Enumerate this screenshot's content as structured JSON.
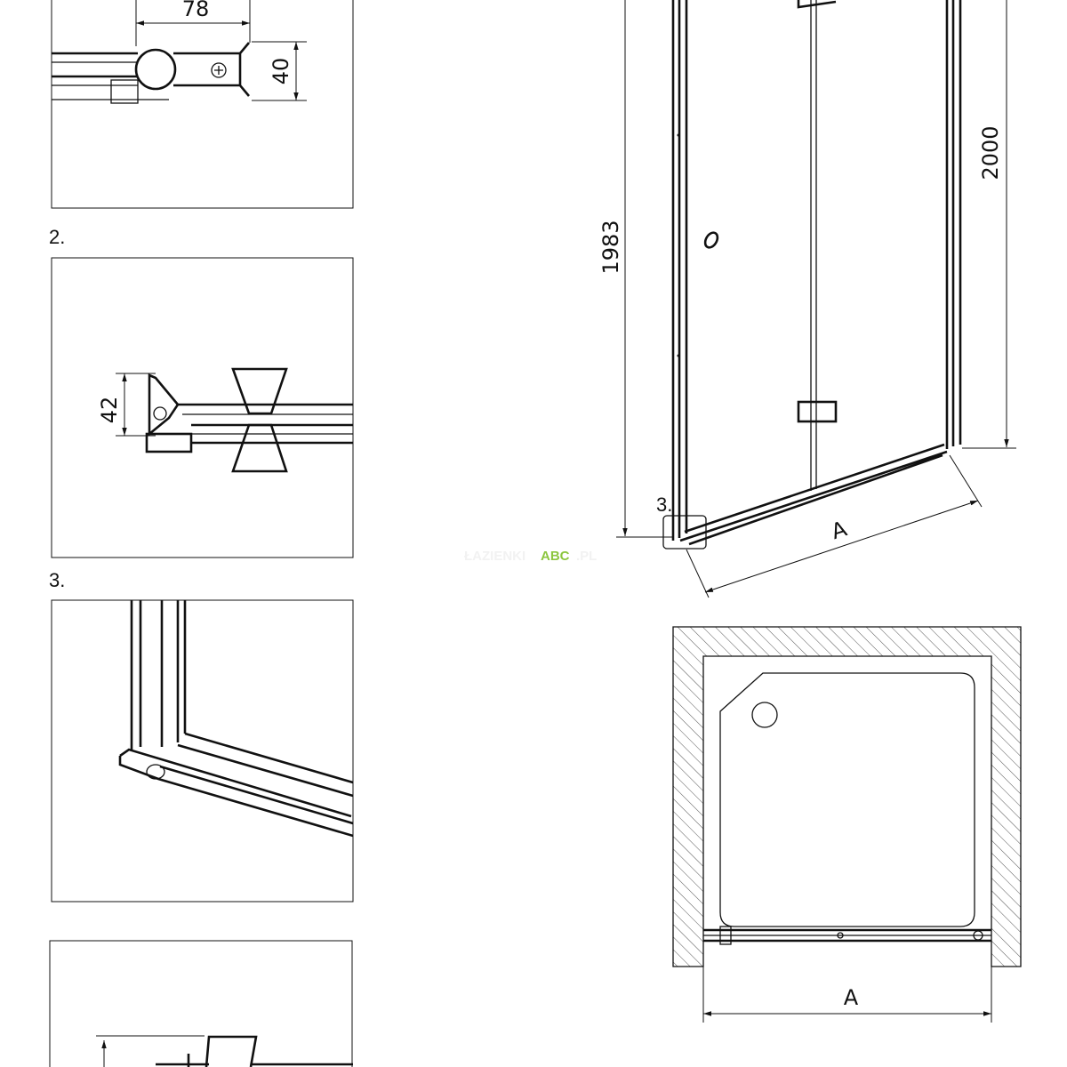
{
  "details": [
    {
      "label": "",
      "dimensions": [
        "78",
        "40"
      ]
    },
    {
      "label": "2.",
      "dimensions": [
        "42"
      ]
    },
    {
      "label": "3.",
      "dimensions": []
    },
    {
      "label": "",
      "dimensions": []
    }
  ],
  "elevation": {
    "height_inner": "1983",
    "height_total": "2000",
    "width_label": "A",
    "detail_callout": "3."
  },
  "plan": {
    "width_label": "A"
  },
  "watermark": {
    "prefix": "ŁAZIENKI",
    "brand": "ABC",
    "suffix": ".PL",
    "brand_color": "#8cc63f"
  }
}
